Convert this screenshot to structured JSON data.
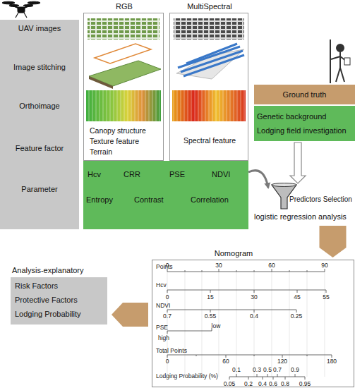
{
  "diagram": {
    "nodes": [
      {
        "text": [
          "UAV images",
          "Image stitching",
          "Orthoimage",
          "Feature factor",
          "Parameter"
        ]
      },
      {
        "text": [
          "RGB",
          "Canopy structure",
          "Texture feature",
          "Terrain"
        ]
      },
      {
        "text": [
          "MultiSpectral",
          "Spectral feature"
        ]
      },
      {
        "text": [
          "Hcv",
          "CRR",
          "PSE",
          "NDVI",
          "Entropy",
          "Contrast",
          "Correlation"
        ]
      },
      {
        "text": [
          "Ground truth"
        ]
      },
      {
        "text": [
          "Genetic background",
          "Lodging field investigation"
        ]
      },
      {
        "text": [
          "Predictors Selection",
          "logistic regression analysis"
        ]
      },
      {
        "text": [
          "Nomogram"
        ]
      },
      {
        "text": [
          "Analysis-explanatory",
          "Risk Factors",
          "Protective Factors",
          "Lodging Probability"
        ]
      }
    ],
    "edges": [
      {
        "from": 5,
        "to": 6,
        "arrow": "to"
      },
      {
        "from": 3,
        "to": 6,
        "arrow": "to"
      },
      {
        "from": 6,
        "to": 7,
        "arrow": "to"
      },
      {
        "from": 7,
        "to": 8,
        "arrow": "to"
      }
    ],
    "labels": [
      "Points",
      "0",
      "30",
      "60",
      "90",
      "Hcv",
      "0",
      "15",
      "30",
      "45",
      "55",
      "NDVI",
      "0.7",
      "0.55",
      "0.4",
      "0.25",
      "PSE",
      "low",
      "high",
      "Total Points",
      "0",
      "60",
      "120",
      "180",
      "Lodging Probability (%)",
      "0.1",
      "0.3",
      "0.5",
      "0.7",
      "0.9",
      "0.05",
      "0.2",
      "0.4",
      "0.6",
      "0.8",
      "0.95"
    ]
  }
}
